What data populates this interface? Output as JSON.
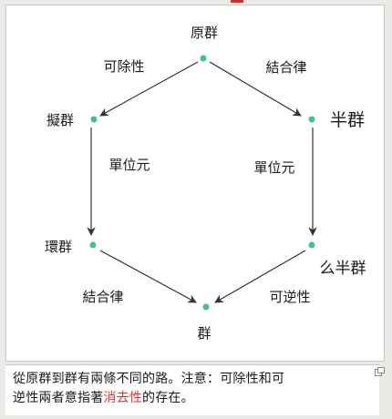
{
  "diagram": {
    "nodes": {
      "original": "原群",
      "quasigroup": "擬群",
      "semigroup": "半群",
      "loop": "環群",
      "monoid": "么半群",
      "group": "群"
    },
    "edges": {
      "cancellation": "可除性",
      "associativity_top": "結合律",
      "identity_left": "單位元",
      "identity_right": "單位元",
      "associativity_bottom": "結合律",
      "invertibility": "可逆性"
    },
    "colors": {
      "node_dot": "#3fbf9f",
      "arrow": "#333333",
      "highlight": "#e0322e"
    }
  },
  "caption": {
    "line1": "從原群到群有兩條不同的路。注意：可除性和可",
    "line2_before": "逆性兩者意指著",
    "line2_highlight": "消去性",
    "line2_after": "的存在。"
  }
}
